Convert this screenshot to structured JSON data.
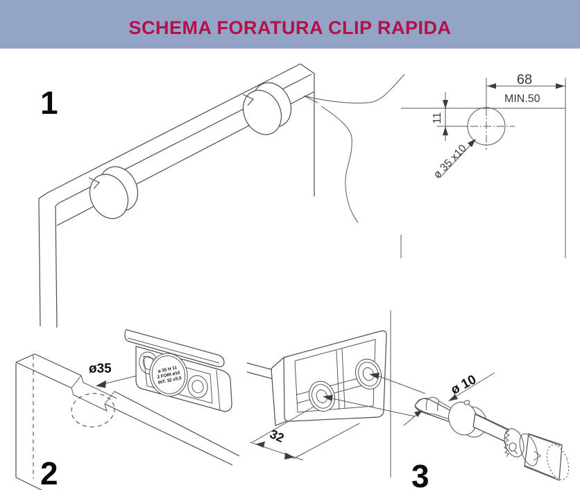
{
  "header": {
    "title": "SCHEMA FORATURA CLIP RAPIDA"
  },
  "colors": {
    "header_bg": "#93a4c7",
    "title_red": "#b60e48",
    "line_gray": "#4a4a4a",
    "label_black": "#101010"
  },
  "steps": {
    "one": "1",
    "two": "2",
    "three": "3"
  },
  "detail_view": {
    "edge_distance": "68",
    "min_width": "MIN.50",
    "edge_offset": "11",
    "hole_spec": "ø 35 x10"
  },
  "step2_view": {
    "hole_diameter": "ø35",
    "stamp": {
      "line1": "ø 35 H 11",
      "line2": "2 FORI ø10",
      "line3": "INT. 32 x5,5"
    }
  },
  "step3_view": {
    "hole_spacing": "32",
    "drill_diameter": "ø 10"
  }
}
